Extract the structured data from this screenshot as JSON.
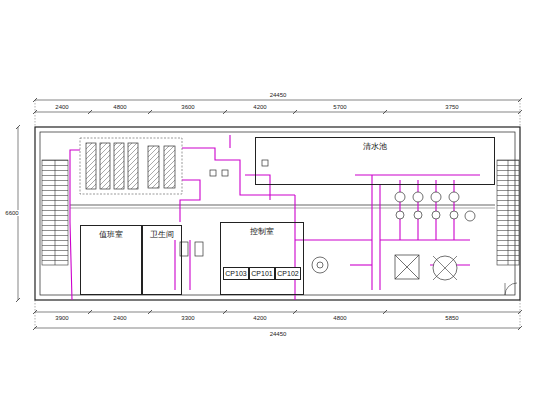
{
  "diagram": {
    "nodes": [
      {
        "text": [
          "清水池"
        ]
      },
      {
        "text": [
          "值班室"
        ]
      },
      {
        "text": [
          "卫生间"
        ]
      },
      {
        "text": [
          "控制室"
        ]
      },
      {
        "text": [
          "CP103"
        ],
        "in": 3
      },
      {
        "text": [
          "CP101"
        ],
        "in": 3
      },
      {
        "text": [
          "CP102"
        ],
        "in": 3
      }
    ],
    "labels": [
      "24450",
      "2400",
      "4800",
      "3600",
      "4200",
      "5700",
      "3750",
      "6600",
      "3900",
      "2400",
      "3300",
      "4200",
      "4800",
      "5850",
      "24450"
    ]
  }
}
